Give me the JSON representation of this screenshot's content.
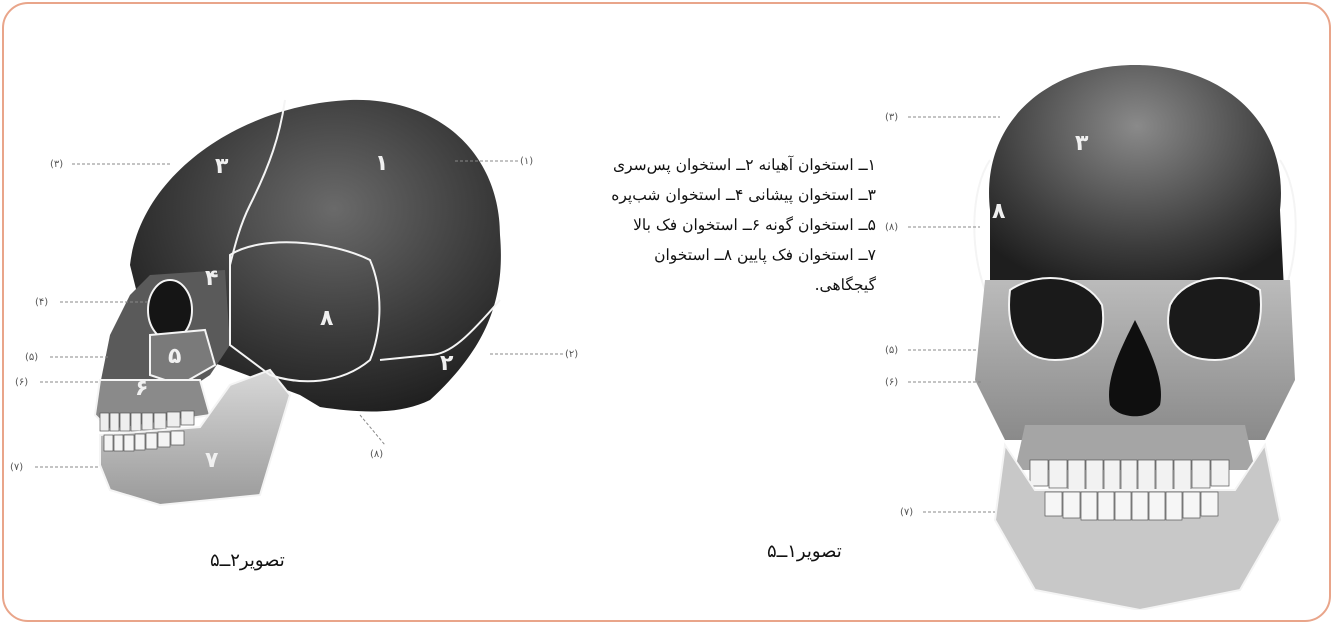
{
  "captions": {
    "figure_2": "تصویر۲ــ۵",
    "figure_1": "تصویر۱ــ۵"
  },
  "legend": {
    "lines": [
      "۱ــ استخوان آهیانه ۲ــ استخوان پس‌سری",
      "۳ــ استخوان پیشانی ۴ــ استخوان شب‌پره",
      "۵ــ استخوان گونه ۶ــ استخوان فک بالا",
      "۷ــ استخوان فک پایین ۸ــ استخوان",
      "گیجگاهی."
    ]
  },
  "lateral_skull": {
    "callouts": [
      "(۳)",
      "(۱)",
      "(۴)",
      "(۵)",
      "(۶)",
      "(۲)",
      "(۷)",
      "(۸)"
    ],
    "region_numbers": [
      "۳",
      "۱",
      "۴",
      "۸",
      "۵",
      "۶",
      "۲",
      "۷"
    ]
  },
  "frontal_skull": {
    "callouts": [
      "(۳)",
      "(۸)",
      "(۵)",
      "(۶)",
      "(۷)"
    ],
    "region_numbers": [
      "۳",
      "۸"
    ]
  },
  "colors": {
    "frame_border": "#e9a58a",
    "bone_dark": "#2e2e2e",
    "suture": "#f4f4f4"
  }
}
